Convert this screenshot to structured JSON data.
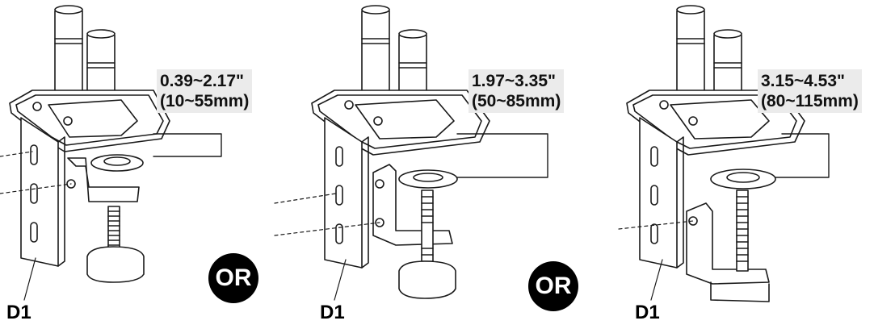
{
  "panels": [
    {
      "range_in": "0.39~2.17\"",
      "range_mm": "(10~55mm)",
      "part": "D1"
    },
    {
      "range_in": "1.97~3.35\"",
      "range_mm": "(50~85mm)",
      "part": "D1"
    },
    {
      "range_in": "3.15~4.53\"",
      "range_mm": "(80~115mm)",
      "part": "D1"
    }
  ],
  "separators": [
    "OR",
    "OR"
  ]
}
